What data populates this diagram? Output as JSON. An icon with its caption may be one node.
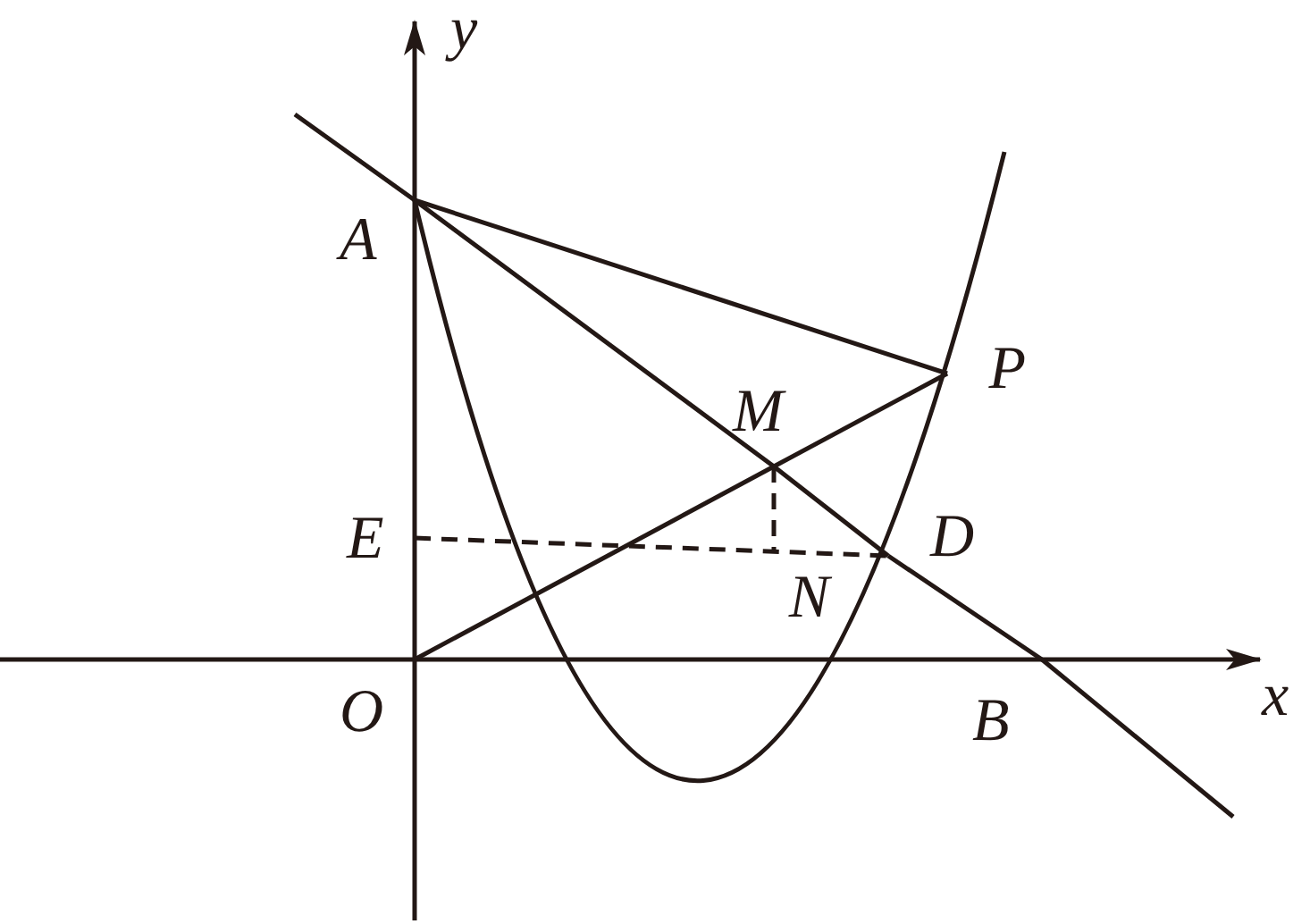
{
  "diagram": {
    "nodes": [
      {
        "text": [
          "A"
        ]
      },
      {
        "text": [
          "P"
        ]
      },
      {
        "text": [
          "M"
        ]
      },
      {
        "text": [
          "E"
        ]
      },
      {
        "text": [
          "D"
        ]
      },
      {
        "text": [
          "N"
        ]
      },
      {
        "text": [
          "O"
        ]
      },
      {
        "text": [
          "B"
        ]
      }
    ],
    "edges": [
      {
        "from": 0,
        "to": 1,
        "arrow": "none"
      },
      {
        "from": 0,
        "to": 2,
        "arrow": "none"
      },
      {
        "from": 2,
        "to": 4,
        "arrow": "none"
      },
      {
        "from": 4,
        "to": 7,
        "arrow": "none"
      },
      {
        "from": 6,
        "to": 2,
        "arrow": "none"
      },
      {
        "from": 2,
        "to": 1,
        "arrow": "none"
      },
      {
        "from": 3,
        "to": 4,
        "arrow": "none",
        "style": "dashed"
      },
      {
        "from": 2,
        "to": 5,
        "arrow": "none",
        "style": "dashed"
      }
    ],
    "labels": [
      "y",
      "x"
    ]
  }
}
